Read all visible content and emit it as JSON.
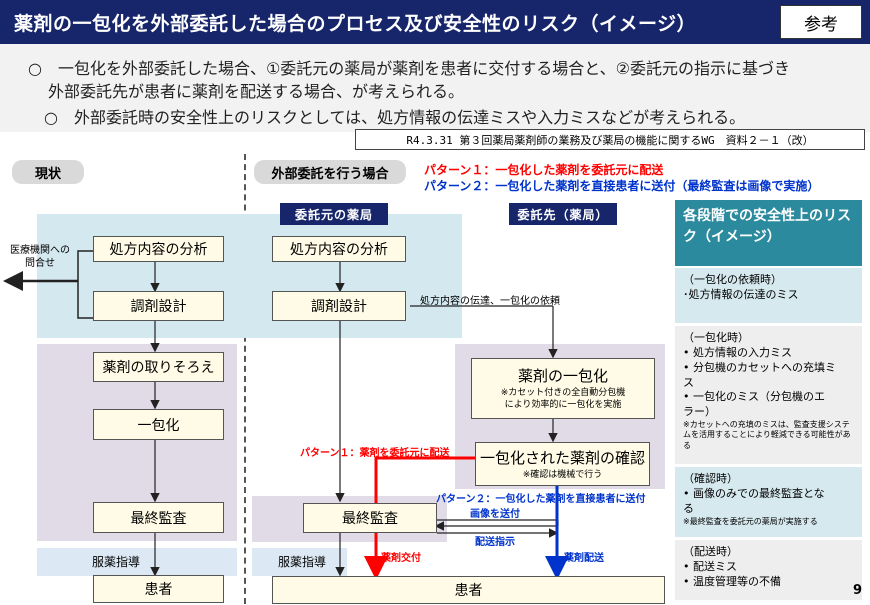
{
  "title": "薬剤の一包化を外部委託した場合のプロセス及び安全性のリスク（イメージ）",
  "tag": "参考",
  "summary": {
    "line1": "○　一包化を外部委託した場合、①委託元の薬局が薬剤を患者に交付する場合と、②委託元の指示に基づき",
    "line2": "外部委託先が患者に薬剤を配送する場合、が考えられる。",
    "line3": "○　外部委託時の安全性上のリスクとしては、処方情報の伝達ミスや入力ミスなどが考えられる。"
  },
  "source": "R4.3.31 第３回薬局薬剤師の業務及び薬局の機能に関するWG　資料２－１（改）",
  "sections": {
    "current": "現状",
    "outsourced": "外部委託を行う場合"
  },
  "patterns": {
    "p1": "パターン１：一包化した薬剤を委託元に配送",
    "p2": "パターン２：一包化した薬剤を直接患者に送付（最終監査は画像で実施）"
  },
  "pharmacies": {
    "origin": "委託元の薬局",
    "dest": "委託先（薬局）"
  },
  "current_flow": {
    "inquiry": "医療機関への\n問合せ",
    "analysis": "処方内容の分析",
    "design": "調剤設計",
    "picking": "薬剤の取りそろえ",
    "packaging": "一包化",
    "audit": "最終監査",
    "guidance": "服薬指導",
    "patient": "患者"
  },
  "outsourced_flow": {
    "analysis": "処方内容の分析",
    "design": "調剤設計",
    "transfer_note": "処方内容の伝達、一包化の依頼",
    "packaging_title": "薬剤の一包化",
    "packaging_note": "※カセット付きの全自動分包機\nにより効率的に一包化を実施",
    "check_title": "一包化された薬剤の確認",
    "check_note": "※確認は機械で行う",
    "p1_label": "パターン１：薬剤を委託元に配送",
    "p2_label": "パターン２：一包化した薬剤を直接患者に送付",
    "image_send": "画像を送付",
    "delivery_instruction": "配送指示",
    "audit": "最終監査",
    "guidance": "服薬指導",
    "handover": "薬剤交付",
    "delivery": "薬剤配送",
    "patient": "患者"
  },
  "risk": {
    "header": "各段階での安全性上のリスク（イメージ）",
    "r1_title": "（一包化の依頼時）",
    "r1_items": [
      "･処方情報の伝達のミス"
    ],
    "r2_title": "（一包化時）",
    "r2_items": [
      "•  処方情報の入力ミス",
      "•  分包機のカセットへの充填ミ\n   ス",
      "•  一包化のミス（分包機のエ\n   ラー）"
    ],
    "r2_note": "※カセットへの充填のミスは、監査支援システムを活用することにより軽減できる可能性がある",
    "r3_title": "（確認時）",
    "r3_items": [
      "•  画像のみでの最終監査とな\n   る"
    ],
    "r3_note": "※最終監査を委託元の薬局が実施する",
    "r4_title": "（配送時）",
    "r4_items": [
      "•  配送ミス",
      "•  温度管理等の不備"
    ]
  },
  "page_number": "9",
  "colors": {
    "navy": "#17266b",
    "red": "#ff0000",
    "blue": "#0033cc",
    "teal": "#2b8a9e"
  }
}
